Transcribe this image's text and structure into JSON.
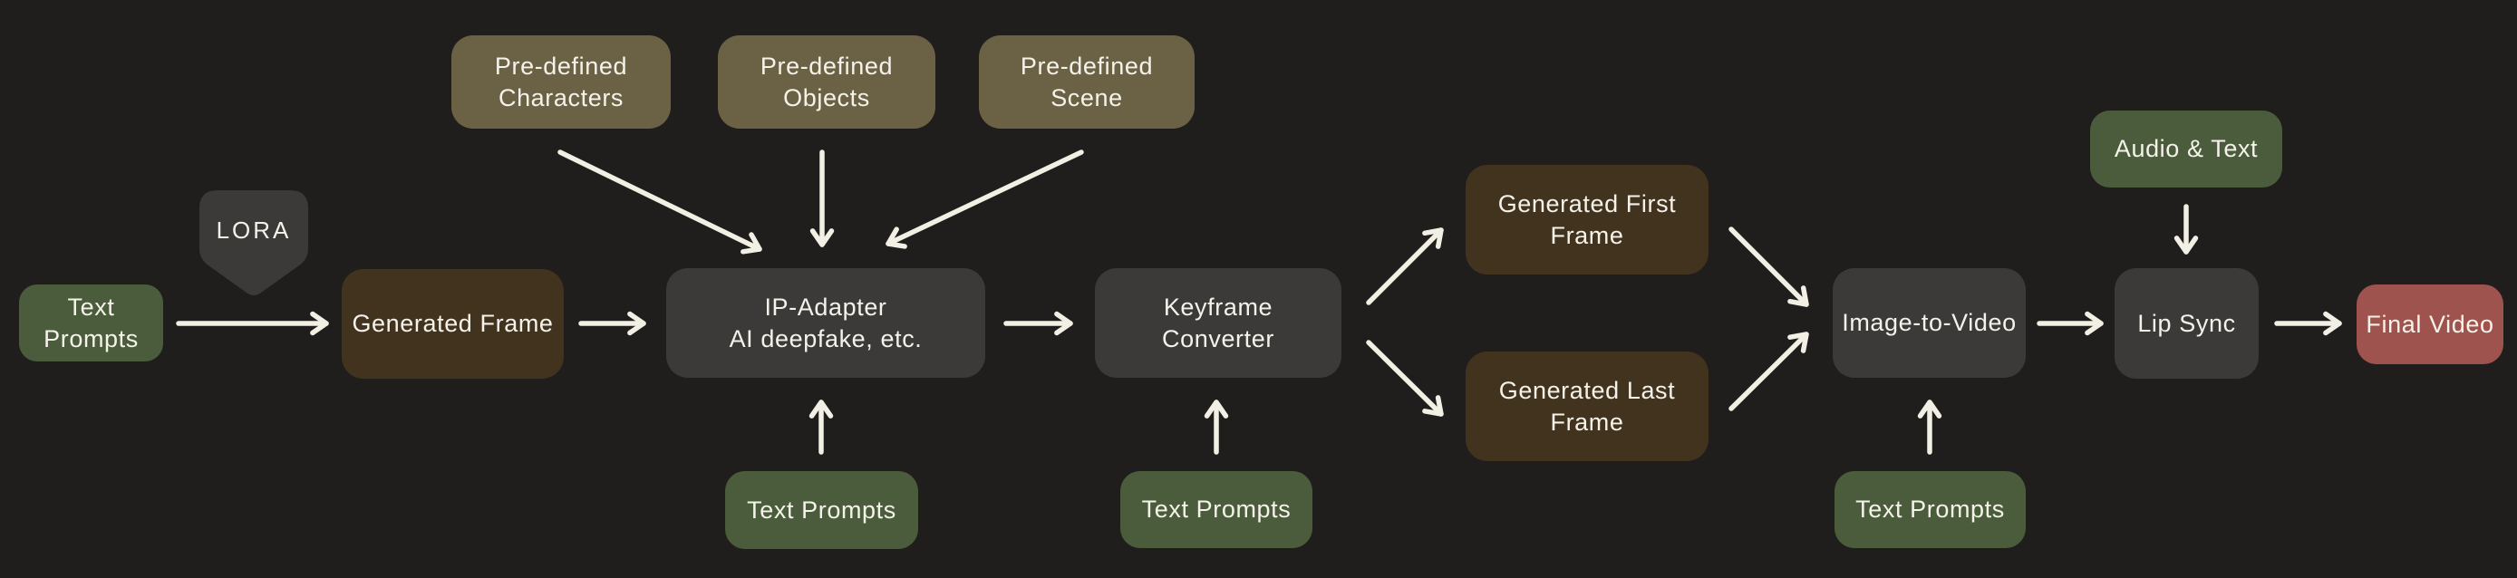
{
  "palette": {
    "background": "#201e1c",
    "green": "#4a5c3b",
    "olive": "#6b6246",
    "brown": "#42331f",
    "gray": "#3c3a38",
    "red": "#9e534e",
    "text": "#f5f2ea",
    "arrow": "#f2efe4"
  },
  "nodes": {
    "text_prompts_left": {
      "label": "Text Prompts"
    },
    "lora": {
      "label": "LORA"
    },
    "generated_frame": {
      "label": "Generated Frame"
    },
    "predefined_characters": {
      "label": "Pre-defined\nCharacters"
    },
    "predefined_objects": {
      "label": "Pre-defined\nObjects"
    },
    "predefined_scene": {
      "label": "Pre-defined\nScene"
    },
    "ip_adapter": {
      "label": "IP-Adapter\nAI deepfake, etc."
    },
    "text_prompts_ip_adapter": {
      "label": "Text Prompts"
    },
    "keyframe_converter": {
      "label": "Keyframe\nConverter"
    },
    "text_prompts_keyframe": {
      "label": "Text Prompts"
    },
    "generated_first_frame": {
      "label": "Generated First\nFrame"
    },
    "generated_last_frame": {
      "label": "Generated Last\nFrame"
    },
    "image_to_video": {
      "label": "Image-to-Video"
    },
    "text_prompts_image_to_video": {
      "label": "Text Prompts"
    },
    "audio_text": {
      "label": "Audio & Text"
    },
    "lip_sync": {
      "label": "Lip Sync"
    },
    "final_video": {
      "label": "Final Video"
    }
  }
}
